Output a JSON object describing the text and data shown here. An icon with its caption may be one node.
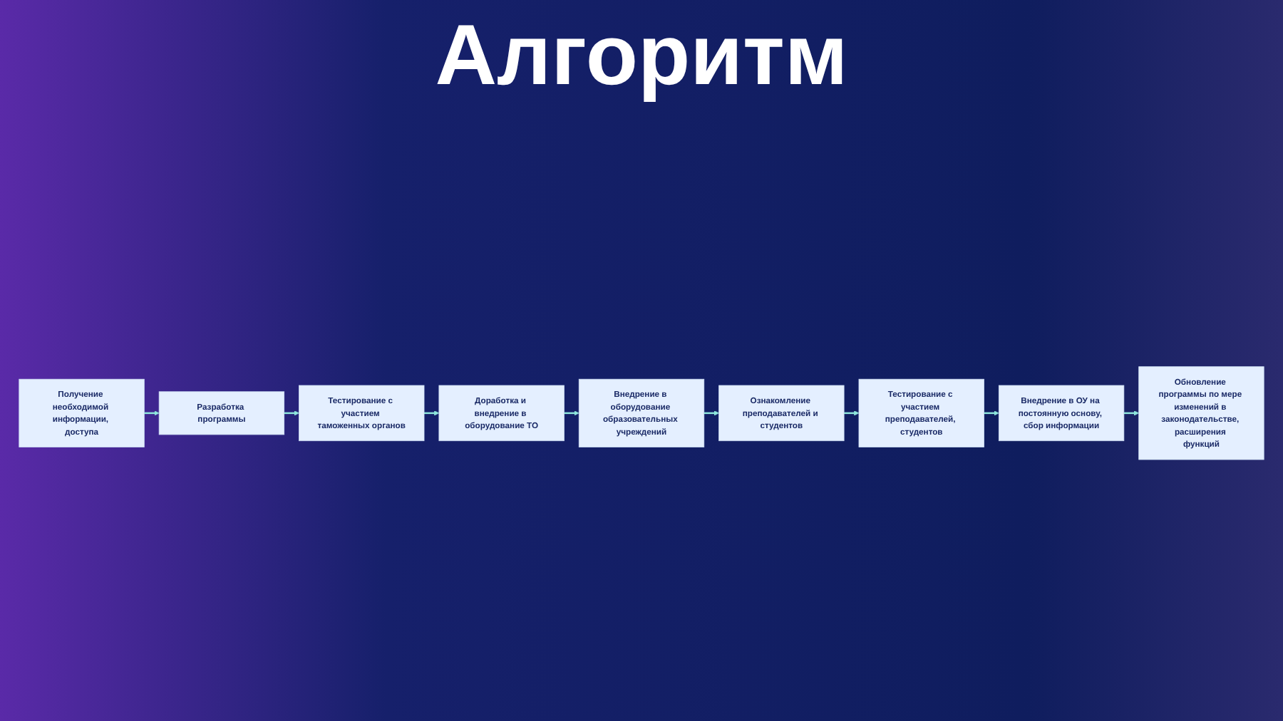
{
  "diagram": {
    "title": "Алгоритм",
    "nodes": [
      {
        "text": [
          "Получение необходимой информации, доступа"
        ]
      },
      {
        "text": [
          "Разработка программы"
        ]
      },
      {
        "text": [
          "Тестирование с участием таможенных органов"
        ]
      },
      {
        "text": [
          "Доработка и внедрение в оборудование ТО"
        ]
      },
      {
        "text": [
          "Внедрение в оборудование образовательных учреждений"
        ]
      },
      {
        "text": [
          "Ознакомление преподавателей и студентов"
        ]
      },
      {
        "text": [
          "Тестирование с участием преподавателей, студентов"
        ]
      },
      {
        "text": [
          "Внедрение в ОУ на постоянную основу, сбор информации"
        ]
      },
      {
        "text": [
          "Обновление программы по мере изменений в законодательстве, расширения функций"
        ]
      }
    ],
    "edges": [
      {
        "from": 0,
        "to": 1,
        "arrow": "to"
      },
      {
        "from": 1,
        "to": 2,
        "arrow": "to"
      },
      {
        "from": 2,
        "to": 3,
        "arrow": "to"
      },
      {
        "from": 3,
        "to": 4,
        "arrow": "to"
      },
      {
        "from": 4,
        "to": 5,
        "arrow": "to"
      },
      {
        "from": 5,
        "to": 6,
        "arrow": "to"
      },
      {
        "from": 6,
        "to": 7,
        "arrow": "to"
      },
      {
        "from": 7,
        "to": 8,
        "arrow": "to"
      }
    ]
  }
}
